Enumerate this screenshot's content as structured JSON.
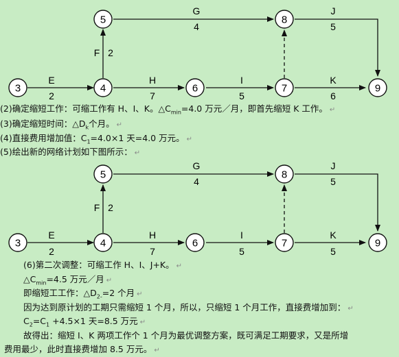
{
  "diagram1": {
    "nodes": [
      "3",
      "4",
      "5",
      "6",
      "7",
      "8",
      "9"
    ],
    "edges": {
      "E": {
        "name": "E",
        "duration": "2"
      },
      "H": {
        "name": "H",
        "duration": "7"
      },
      "I": {
        "name": "I",
        "duration": "5"
      },
      "K": {
        "name": "K",
        "duration": "6"
      },
      "F": {
        "name": "F",
        "duration": "2"
      },
      "G": {
        "name": "G",
        "duration": "4"
      },
      "J": {
        "name": "J",
        "duration": "5"
      }
    }
  },
  "text1": {
    "line2_pre": "(2)确定缩短工作：可缩工作有 H、I、K。△C",
    "line2_sub": "min",
    "line2_post": "=4.0 万元／月，即首先缩短 K 工作。",
    "line3_pre": "(3)确定缩短时间：△D",
    "line3_sub": "k",
    "line3_post": "个月。",
    "line4_pre": "(4)直接费用增加值：C",
    "line4_sub": "1",
    "line4_post": "=4.0×1 天=4.0 万元。",
    "line5": "(5)绘出新的网络计划如下图所示：",
    "mark": "↵"
  },
  "diagram2": {
    "nodes": [
      "3",
      "4",
      "5",
      "6",
      "7",
      "8",
      "9"
    ],
    "edges": {
      "E": {
        "name": "E",
        "duration": "2"
      },
      "H": {
        "name": "H",
        "duration": "7"
      },
      "I": {
        "name": "I",
        "duration": "5"
      },
      "K": {
        "name": "K",
        "duration": "5"
      },
      "F": {
        "name": "F",
        "duration": "2"
      },
      "G": {
        "name": "G",
        "duration": "4"
      },
      "J": {
        "name": "J",
        "duration": "5"
      }
    }
  },
  "text2": {
    "l1": "(6)第二次调整：可缩工作 H、I、J+K。",
    "l2_pre": "△C",
    "l2_sub": "min",
    "l2_post": "=4.5 万元／月",
    "l3_pre": "即缩短工工作：△D",
    "l3_sub": "2-",
    "l3_post": "=2 个月",
    "l4": "因为达到原计划的工期只需缩短 1 个月，所以，只缩短 1 个月工作，直接费增加到：",
    "l5_pre": "C",
    "l5_sub1": "2",
    "l5_mid": "=C",
    "l5_sub2": "1",
    "l5_post": " +4.5×1 天=8.5 万元",
    "l6": "故得出：缩短 I、K 两项工作个 1 个月为最优调整方案，既可满足工期要求，又是所增",
    "l7": "费用最少，此时直接费增加 8.5 万元。"
  }
}
